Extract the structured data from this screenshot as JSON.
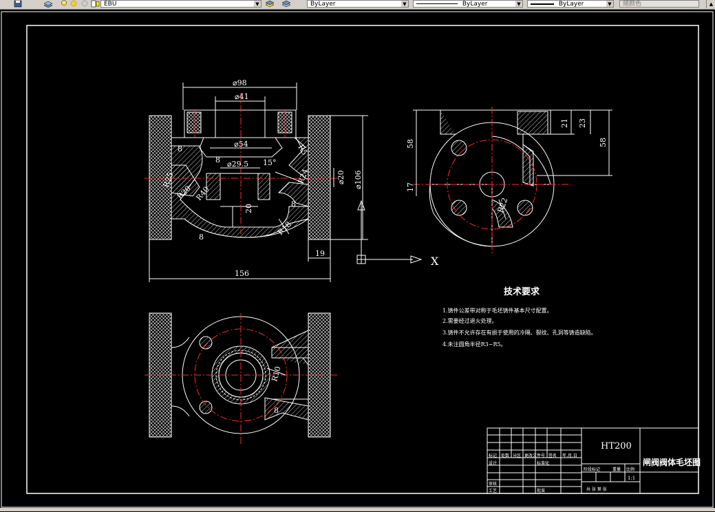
{
  "toolbar": {
    "layer_name": "EBU",
    "color_value": "ByLayer",
    "linetype_value": "ByLayer",
    "lineweight_value": "ByLayer",
    "plotstyle_value": "随颜色",
    "icons": [
      "save-icon",
      "layer-manager-icon",
      "lightbulb-icon",
      "sun-icon",
      "lock-icon",
      "color-swatch-icon",
      "layer-previous-icon",
      "layer-match-icon"
    ]
  },
  "drawing": {
    "front_view": {
      "dim_98": "⌀98",
      "dim_41": "⌀41",
      "dim_54": "⌀54",
      "dim_29_5": "⌀29.5",
      "dim_15deg": "15°",
      "dim_R24": "R24",
      "dim_R5": "R5",
      "dim_R20": "R20",
      "dim_R40": "R40",
      "dim_R25": "R25",
      "dim_R18": "R18",
      "dim_20_vertical": "20",
      "dim_phi20": "⌀20",
      "dim_phi106": "⌀106",
      "dim_8a": "8",
      "dim_8b": "8",
      "dim_8c": "8",
      "dim_8d": "8",
      "dim_156": "156",
      "dim_19": "19"
    },
    "side_view": {
      "dim_21": "21",
      "dim_23": "23",
      "dim_58_left": "58",
      "dim_58_right": "58",
      "dim_17": "17",
      "dim_R22": "R22"
    },
    "top_view": {
      "dim_R10": "R10",
      "dim_8": "8"
    },
    "ucs": {
      "x_label": "X"
    },
    "tech_requirements": {
      "title": "技术要求",
      "items": [
        "1.铸件公差带对称于毛坯铸件基本尺寸配置。",
        "2.需要经过退火处理。",
        "3.铸件不允许存在有损于使用的冷隔、裂纹、孔洞等铸造缺陷。",
        "4.未注圆角半径R3~R5。"
      ]
    },
    "title_block": {
      "material": "HT200",
      "part_name": "闸阀阀体毛坯图",
      "row_labels": [
        "标记",
        "处数",
        "分区",
        "更改文件号",
        "签名",
        "年.月.日"
      ],
      "design_label": "设计",
      "std_label": "标准化",
      "check_label": "审核",
      "process_label": "工艺",
      "approve_label": "批准",
      "stage_label": "阶段标记",
      "weight_label": "重量",
      "scale_label": "比例",
      "scale_value": "1:1",
      "sheet_info": "共  张  第  张"
    }
  }
}
